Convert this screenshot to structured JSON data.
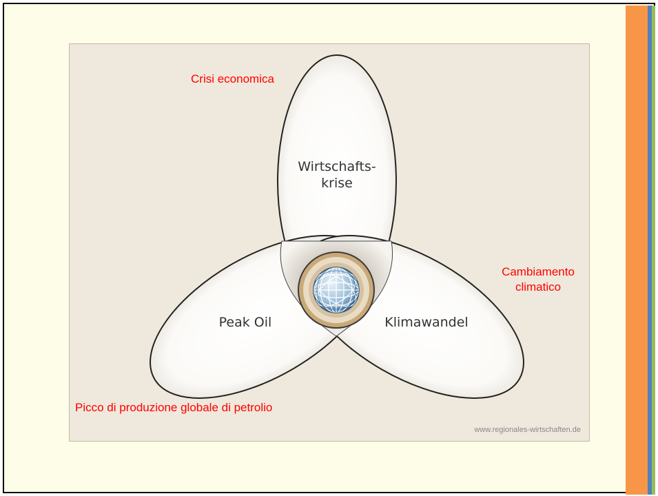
{
  "diagram": {
    "lobes": {
      "top": {
        "line1": "Wirtschafts-",
        "line2": "krise"
      },
      "left": "Peak Oil",
      "right": "Klimawandel"
    },
    "watermark": "www.regionales-wirtschaften.de"
  },
  "annotations": {
    "top": "Crisi economica",
    "right_line1": "Cambiamento",
    "right_line2": "climatico",
    "bottom": "Picco di produzione globale di petrolio"
  },
  "colors": {
    "accent_orange": "#f79646",
    "accent_blue": "#4f81bd",
    "accent_green": "#9bbb59",
    "annotation_red": "#ff0000",
    "figure_background": "#efe8dc",
    "ring": "#c9a979"
  },
  "icons": {
    "center": "globe-icon"
  }
}
